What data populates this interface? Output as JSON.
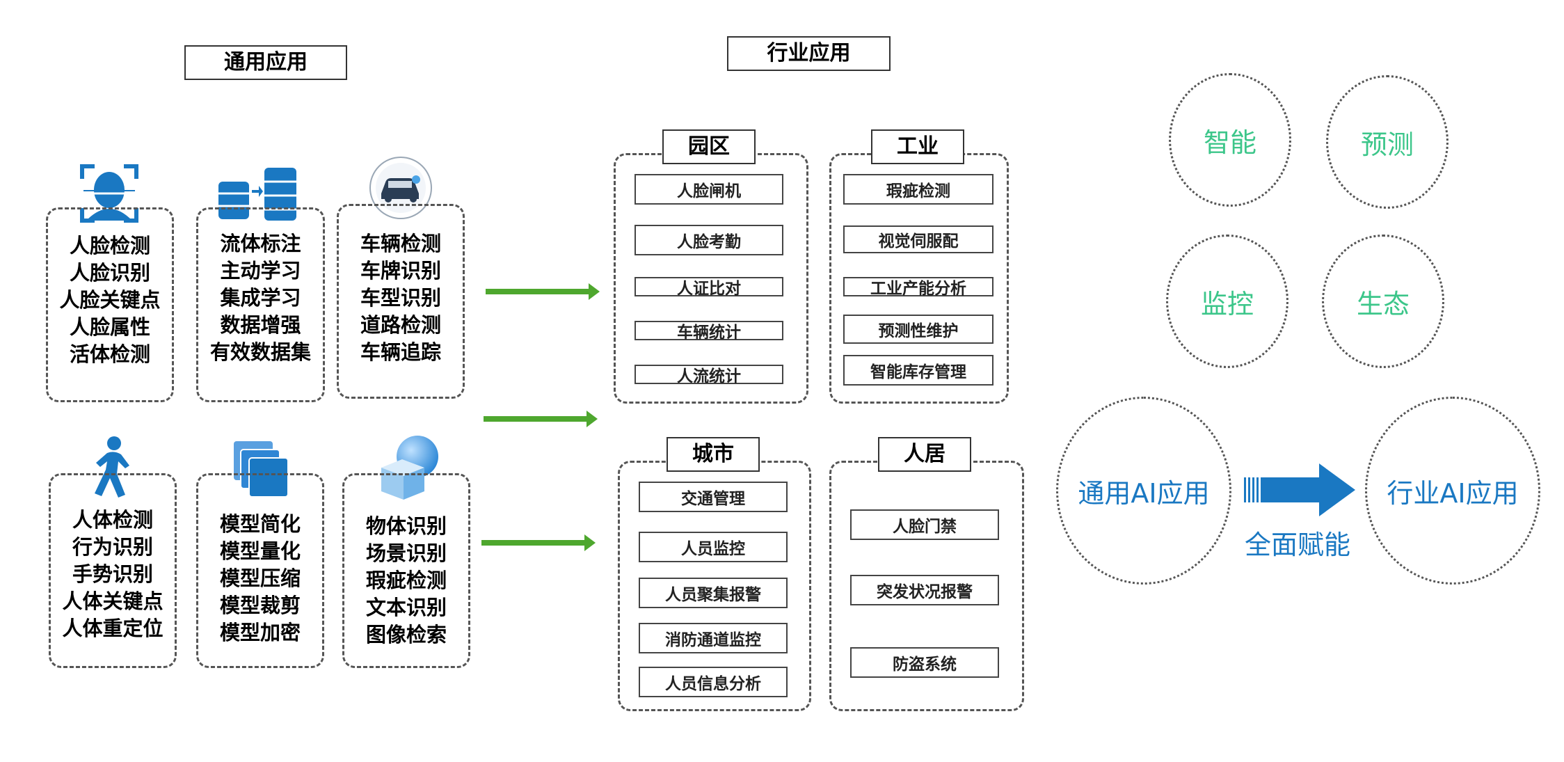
{
  "general": {
    "title": "通用应用",
    "groups": {
      "face": [
        "人脸检测",
        "人脸识别",
        "人脸关键点",
        "人脸属性",
        "活体检测"
      ],
      "data": [
        "流体标注",
        "主动学习",
        "集成学习",
        "数据增强",
        "有效数据集"
      ],
      "vehicle": [
        "车辆检测",
        "车牌识别",
        "车型识别",
        "道路检测",
        "车辆追踪"
      ],
      "body": [
        "人体检测",
        "行为识别",
        "手势识别",
        "人体关键点",
        "人体重定位"
      ],
      "model": [
        "模型简化",
        "模型量化",
        "模型压缩",
        "模型裁剪",
        "模型加密"
      ],
      "object": [
        "物体识别",
        "场景识别",
        "瑕疵检测",
        "文本识别",
        "图像检索"
      ]
    }
  },
  "industry": {
    "title": "行业应用",
    "park": {
      "label": "园区",
      "items": [
        "人脸闸机",
        "人脸考勤",
        "人证比对",
        "车辆统计",
        "人流统计"
      ]
    },
    "manufacturing": {
      "label": "工业",
      "items": [
        "瑕疵检测",
        "视觉伺服配",
        "工业产能分析",
        "预测性维护",
        "智能库存管理"
      ]
    },
    "city": {
      "label": "城市",
      "items": [
        "交通管理",
        "人员监控",
        "人员聚集报警",
        "消防通道监控",
        "人员信息分析"
      ]
    },
    "home": {
      "label": "人居",
      "items": [
        "人脸门禁",
        "突发状况报警",
        "防盗系统"
      ]
    }
  },
  "capabilities": [
    "智能",
    "预测",
    "监控",
    "生态"
  ],
  "flow": {
    "from": "通用AI应用",
    "to": "行业AI应用",
    "label": "全面赋能"
  },
  "colors": {
    "arrow_green": "#4ea72e",
    "icon_blue": "#1a78c2",
    "capability_green": "#3cc68a"
  },
  "icons": [
    "face-scan-icon",
    "database-transfer-icon",
    "car-icon",
    "walking-person-icon",
    "stacked-layers-icon",
    "sphere-cube-icon"
  ]
}
